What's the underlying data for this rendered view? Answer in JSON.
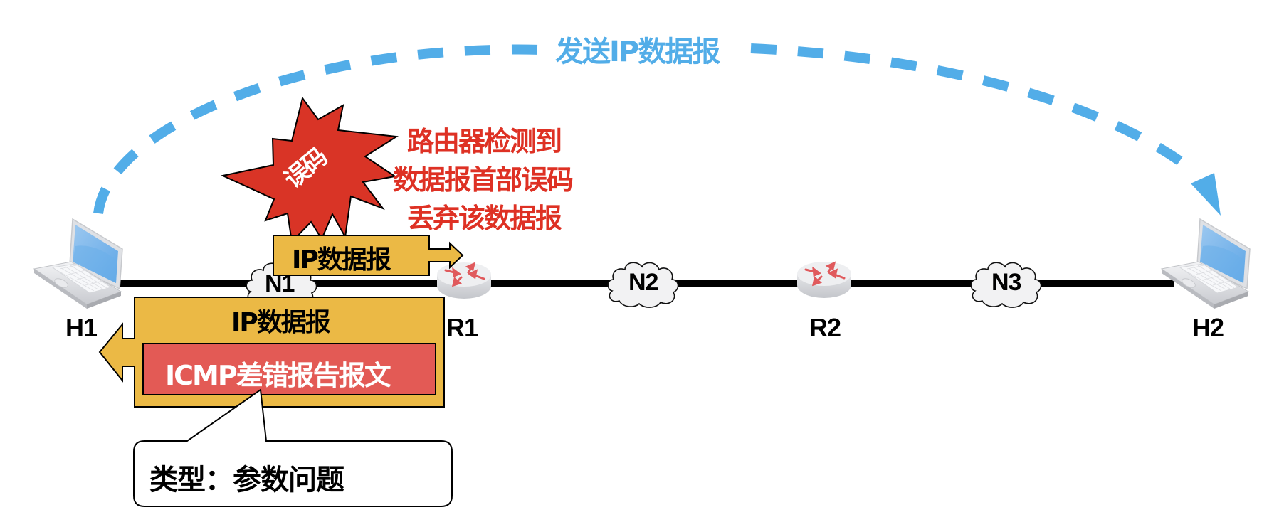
{
  "title": "发送IP数据报",
  "colors": {
    "arc_blue": "#52ade8",
    "alert_red": "#de3124",
    "packet_yellow": "#ebb945",
    "icmp_red": "#e35a55",
    "link_black": "#000000"
  },
  "nodes": {
    "h1": "H1",
    "r1": "R1",
    "r2": "R2",
    "h2": "H2"
  },
  "networks": {
    "n1": "N1",
    "n2": "N2",
    "n3": "N3"
  },
  "error_burst": {
    "label": "误码",
    "icon": "explosion-burst-icon"
  },
  "error_message": {
    "lines": [
      "路由器检测到",
      "数据报首部误码",
      "丢弃该数据报"
    ]
  },
  "forward_packet": {
    "label": "IP数据报",
    "direction": "right"
  },
  "return_packet": {
    "outer_label": "IP数据报",
    "inner_label": "ICMP差错报告报文",
    "direction": "left"
  },
  "callout": {
    "text": "类型：参数问题"
  },
  "icons": {
    "host": "laptop-icon",
    "router": "router-icon",
    "network": "cloud-icon"
  }
}
